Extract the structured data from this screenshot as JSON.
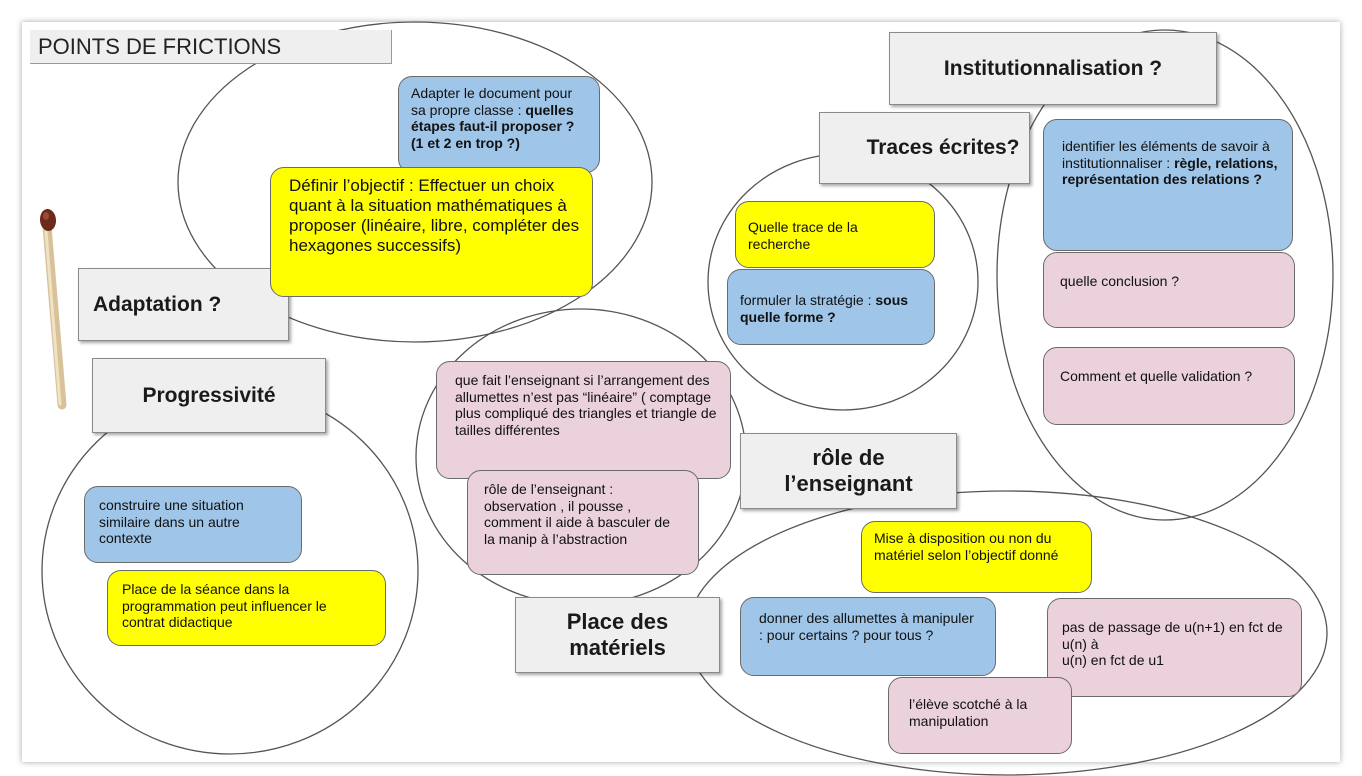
{
  "title": "POINTS DE FRICTIONS",
  "labels": {
    "institutionnalisation": "Institutionnalisation ?",
    "traces": "Traces écrites?",
    "adaptation": "Adaptation ?",
    "progressivite": "Progressivité",
    "role": "rôle de l’enseignant",
    "place": "Place des matériels"
  },
  "notes": {
    "adapter_doc_plain": "Adapter le document pour sa propre classe : ",
    "adapter_doc_bold": "quelles étapes faut-il proposer ? (1 et 2 en trop ?)",
    "definir_objectif": "Définir l’objectif : Effectuer un choix quant à la situation mathématiques à proposer (linéaire, libre, compléter des hexagones successifs)",
    "quelle_trace": "Quelle trace de la recherche",
    "formuler_plain": "formuler la stratégie : ",
    "formuler_bold": "sous quelle forme ?",
    "identifier_plain": "identifier les éléments de savoir à institutionnaliser : ",
    "identifier_bold": "règle, relations, représentation des relations ?",
    "quelle_conclusion": "quelle conclusion ?",
    "comment_validation": "Comment et quelle validation ?",
    "que_fait": "que fait l’enseignant si l’arrangement des allumettes n’est pas “linéaire” ( comptage plus compliqué des triangles et triangle de tailles différentes",
    "role_enseignant": "rôle de l’enseignant : observation , il pousse , comment il aide à basculer de la manip à l’abstraction",
    "construire": "construire une situation similaire dans un autre contexte",
    "place_seance": "Place de la séance dans la programmation peut influencer le contrat didactique",
    "mise_disposition": "Mise à disposition ou non du matériel selon l’objectif donné",
    "donner_allumettes": "donner  des allumettes à manipuler : pour certains ? pour tous ?",
    "pas_passage_1": "pas de passage de u(n+1) en fct de u(n)  à",
    "pas_passage_2": "u(n) en fct de u1",
    "eleve_scotche": "l’élève scotché à la manipulation"
  },
  "colors": {
    "yellow": "#ffff00",
    "blue": "#9fc5e8",
    "pink": "#ead1dc",
    "label_bg": "#efefef"
  },
  "icons": [
    "matchstick-icon"
  ]
}
